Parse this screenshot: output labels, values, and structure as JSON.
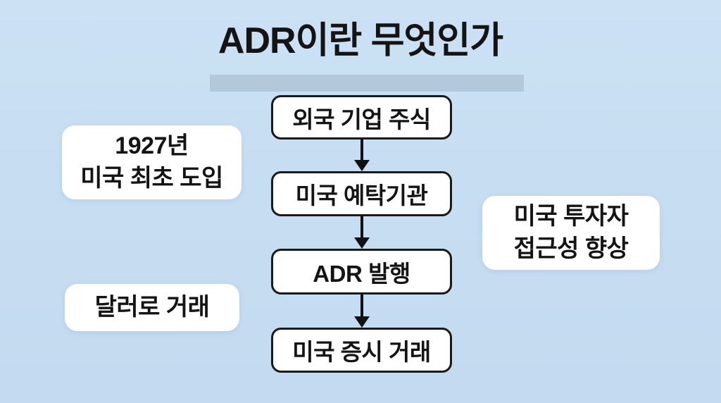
{
  "slide": {
    "title": "ADR이란 무엇인가"
  },
  "flowchart": {
    "steps": [
      {
        "label": "외국 기업 주식"
      },
      {
        "label": "미국 예탁기관"
      },
      {
        "label": "ADR 발행"
      },
      {
        "label": "미국 증시 거래"
      }
    ]
  },
  "annotations": {
    "first_introduced": {
      "lines": [
        "1927년",
        "미국 최초 도입"
      ]
    },
    "dollar_trading": {
      "lines": [
        "달러로 거래"
      ]
    },
    "investor_access": {
      "lines": [
        "미국 투자자",
        "접근성 향상"
      ]
    }
  },
  "colors": {
    "background": "#c7def2",
    "title-underline": "#b4c8db",
    "box-bg": "#ffffff",
    "box-border": "#1a1a1a",
    "text": "#141414",
    "arrow": "#111111"
  }
}
